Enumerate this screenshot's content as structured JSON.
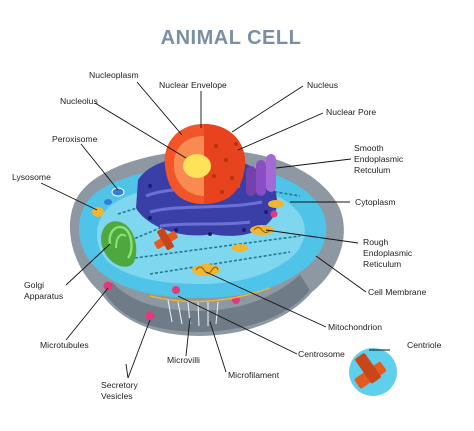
{
  "title": "ANIMAL CELL",
  "labels": {
    "nucleoplasm": "Nucleoplasm",
    "nuclear_envelope": "Nuclear Envelope",
    "nucleus": "Nucleus",
    "nucleolus": "Nucleolus",
    "nuclear_pore": "Nuclear Pore",
    "peroxisome": "Peroxisome",
    "smooth_er": [
      "Smooth",
      "Endoplasmic",
      "Retculum"
    ],
    "lysosome": "Lysosome",
    "cytoplasm": "Cytoplasm",
    "rough_er": [
      "Rough",
      "Endoplasmic",
      "Reticulum"
    ],
    "golgi": [
      "Golgi",
      "Apparatus"
    ],
    "cell_membrane": "Cell Membrane",
    "mitochondrion": "Mitochondrion",
    "microtubules": "Microtubules",
    "centrosome": "Centrosome",
    "centriole": "Centriole",
    "microvilli": "Microvilli",
    "microfilament": "Microfilament",
    "secretory_vesicles": [
      "Secretory",
      "Vesicles"
    ]
  },
  "colors": {
    "title": "#7b8fa4",
    "membrane_outer": "#8d98a3",
    "cytoplasm": "#4fc4e8",
    "cytoplasm_light": "#8fdcf2",
    "rough_er": "#3a3fa8",
    "smooth_er": "#8a4ec2",
    "nucleus_outer": "#f2552a",
    "nucleus_inner": "#f98a52",
    "nucleolus": "#fde25a",
    "golgi": "#5cbf4a",
    "centrosome": "#e55a1f",
    "mitochondrion": "#f0b632",
    "vesicle": "#e03a7a"
  },
  "icons": [
    "animal-cell-illustration",
    "centriole-inset-icon"
  ]
}
